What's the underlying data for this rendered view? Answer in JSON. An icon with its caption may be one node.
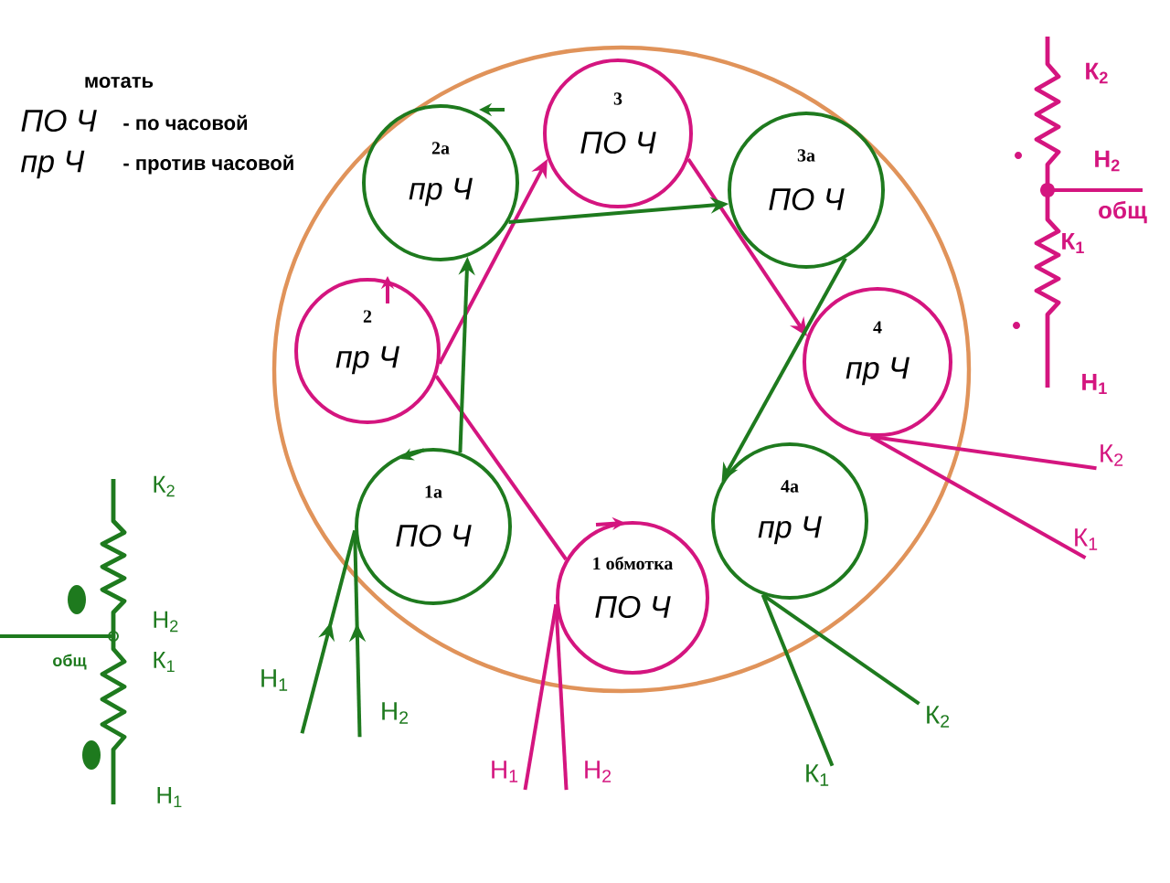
{
  "diagram": {
    "nodes": [
      {
        "text": [
          "1 обмотка",
          "ПО Ч"
        ]
      },
      {
        "text": [
          "2",
          "пр Ч"
        ]
      },
      {
        "text": [
          "3",
          "ПО Ч"
        ]
      },
      {
        "text": [
          "4",
          "пр Ч"
        ]
      },
      {
        "text": [
          "1а",
          "ПО Ч"
        ]
      },
      {
        "text": [
          "2а",
          "пр Ч"
        ]
      },
      {
        "text": [
          "3а",
          "ПО Ч"
        ]
      },
      {
        "text": [
          "4а",
          "пр Ч"
        ]
      },
      {
        "text": [
          "Н$_{1}$"
        ]
      },
      {
        "text": [
          "Н$_{2}$"
        ]
      },
      {
        "text": [
          "К$_{2}$"
        ]
      },
      {
        "text": [
          "К$_{1}$"
        ]
      },
      {
        "text": [
          "Н$_{1}$"
        ]
      },
      {
        "text": [
          "Н$_{2}$"
        ]
      },
      {
        "text": [
          "К$_{2}$"
        ]
      },
      {
        "text": [
          "К$_{1}$"
        ]
      }
    ],
    "edges": [
      {
        "from": 8,
        "to": 0,
        "arrow": "none",
        "color": "#d4157f"
      },
      {
        "from": 9,
        "to": 0,
        "arrow": "none",
        "color": "#d4157f"
      },
      {
        "from": 0,
        "to": 1,
        "arrow": "none",
        "color": "#d4157f"
      },
      {
        "from": 1,
        "to": 2,
        "arrow": "to",
        "color": "#d4157f"
      },
      {
        "from": 2,
        "to": 3,
        "arrow": "to",
        "color": "#d4157f"
      },
      {
        "from": 3,
        "to": 10,
        "arrow": "none",
        "color": "#d4157f"
      },
      {
        "from": 3,
        "to": 11,
        "arrow": "none",
        "color": "#d4157f"
      },
      {
        "from": 12,
        "to": 4,
        "arrow": "to",
        "color": "#1e7a1e"
      },
      {
        "from": 13,
        "to": 4,
        "arrow": "to",
        "color": "#1e7a1e"
      },
      {
        "from": 4,
        "to": 5,
        "arrow": "to",
        "color": "#1e7a1e"
      },
      {
        "from": 5,
        "to": 6,
        "arrow": "to",
        "color": "#1e7a1e"
      },
      {
        "from": 6,
        "to": 7,
        "arrow": "to",
        "color": "#1e7a1e"
      },
      {
        "from": 7,
        "to": 14,
        "arrow": "none",
        "color": "#1e7a1e"
      },
      {
        "from": 7,
        "to": 15,
        "arrow": "none",
        "color": "#1e7a1e"
      }
    ],
    "labels": [
      "мотать",
      "ПО Ч",
      "- по часовой",
      "пр Ч",
      "- против часовой",
      "К$_{2}$",
      "Н$_{2}$",
      "общ",
      "К$_{1}$",
      "Н$_{1}$",
      "К$_{2}$",
      "Н$_{2}$",
      "общ",
      "К$_{1}$",
      "Н$_{1}$"
    ]
  }
}
